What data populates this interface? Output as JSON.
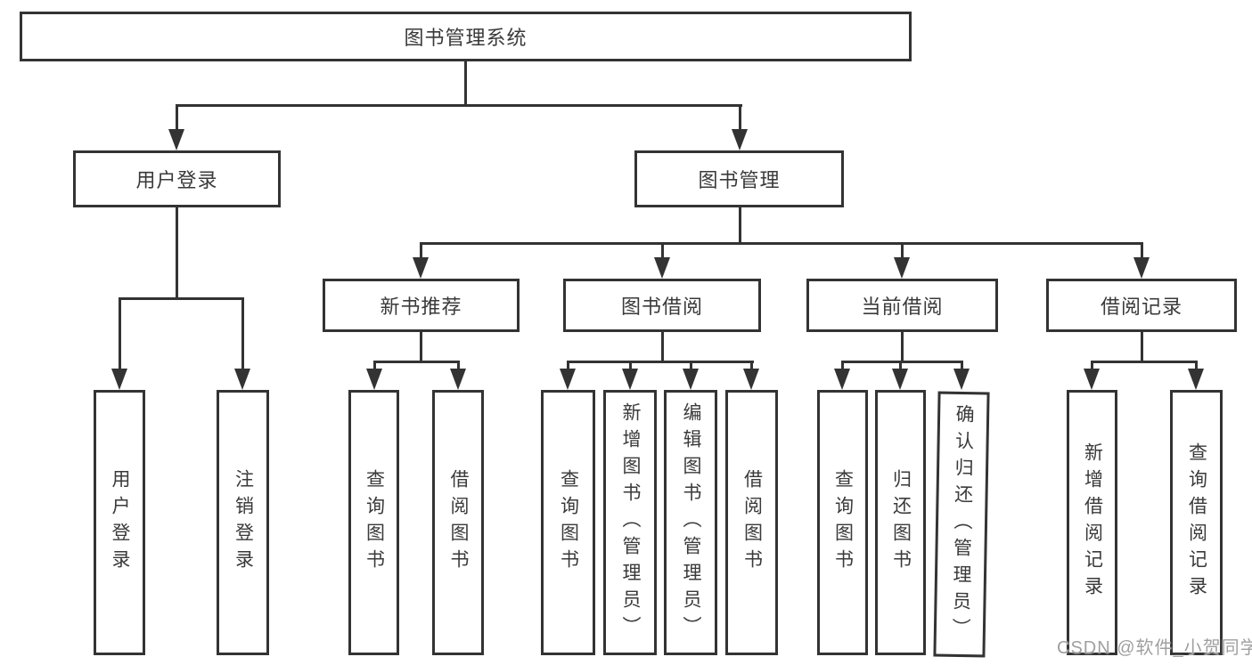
{
  "colors": {
    "line": "#333333",
    "border": "#333333",
    "text": "#3a3a3a",
    "background": "#ffffff",
    "watermark": "#a0a0a0"
  },
  "tree": {
    "root": {
      "label": "图书管理系统"
    },
    "level2": [
      {
        "label": "用户登录"
      },
      {
        "label": "图书管理"
      }
    ],
    "level3": [
      {
        "label": "新书推荐"
      },
      {
        "label": "图书借阅"
      },
      {
        "label": "当前借阅"
      },
      {
        "label": "借阅记录"
      }
    ],
    "leaves": {
      "user_login": [
        "用户登录",
        "注销登录"
      ],
      "new_book": [
        "查询图书",
        "借阅图书"
      ],
      "book_borrow": [
        "查询图书",
        "新增图书（管理员）",
        "编辑图书（管理员）",
        "借阅图书"
      ],
      "current_borrow": [
        "查询图书",
        "归还图书",
        "确认归还（管理员）"
      ],
      "borrow_records": [
        "新增借阅记录",
        "查询借阅记录"
      ]
    }
  },
  "watermark": {
    "text": "CSDN @软件_小贺同学"
  }
}
